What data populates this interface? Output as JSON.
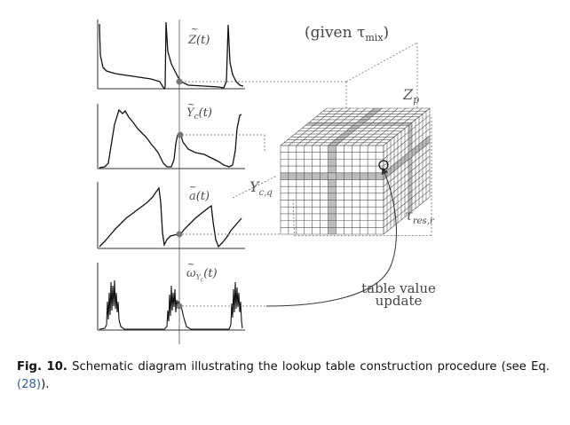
{
  "figure": {
    "plot_labels": {
      "z": "Z",
      "y": "Y",
      "y_sub": "c",
      "a": "a",
      "omega": "ω",
      "omega_sub": "Y",
      "omega_subsub": "c",
      "arg": "(t)"
    },
    "annotation_given": "(given τ",
    "annotation_given_sub": "mix",
    "annotation_given_close": ")",
    "axis_zp": "Z",
    "axis_zp_sub": "p",
    "axis_ycq": "Y",
    "axis_ycq_sub": "c,q",
    "axis_tau": "τ",
    "axis_tau_sub": "res,r",
    "update_line1": "table value",
    "update_line2": "update"
  },
  "caption": {
    "label": "Fig. 10.",
    "text": " Schematic diagram illustrating the lookup table construction procedure (see Eq. ",
    "ref": "(28)",
    "end": ")."
  }
}
